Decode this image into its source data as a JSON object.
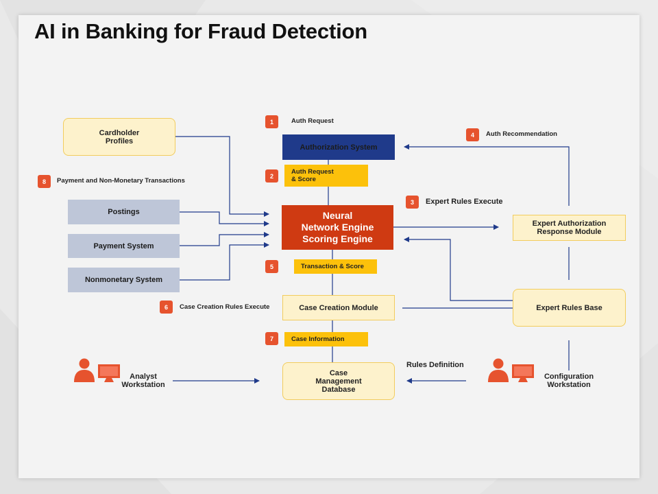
{
  "title": "AI in Banking for Fraud Detection",
  "nodes": {
    "cardholder": "Cardholder\nProfiles",
    "postings": "Postings",
    "payment_system": "Payment System",
    "nonmonetary": "Nonmonetary System",
    "authorization": "Authorization System",
    "neural": "Neural\nNetwork Engine\nScoring Engine",
    "case_creation": "Case Creation Module",
    "case_db": "Case\nManagement\nDatabase",
    "expert_auth": "Expert Authorization\nResponse Module",
    "expert_rules": "Expert Rules Base"
  },
  "steps": [
    {
      "num": "1",
      "label": "Auth Request"
    },
    {
      "num": "2",
      "label": "Auth Request\n& Score"
    },
    {
      "num": "3",
      "label": "Expert Rules Execute"
    },
    {
      "num": "4",
      "label": "Auth Recommendation"
    },
    {
      "num": "5",
      "label": "Transaction & Score"
    },
    {
      "num": "6",
      "label": "Case Creation Rules Execute"
    },
    {
      "num": "7",
      "label": "Case Information"
    },
    {
      "num": "8",
      "label": "Payment and Non-Monetary Transactions"
    }
  ],
  "rules_definition": "Rules Definition",
  "workstations": {
    "analyst": "Analyst\nWorkstation",
    "configuration": "Configuration\nWorkstation"
  },
  "colors": {
    "accent_orange": "#e6532e",
    "neural_red": "#cf3a12",
    "navy": "#1f3a8a",
    "gold": "#fcc10b",
    "cream": "#fdf2cc",
    "slate": "#bec6d8",
    "connector": "#1f3a8a"
  }
}
